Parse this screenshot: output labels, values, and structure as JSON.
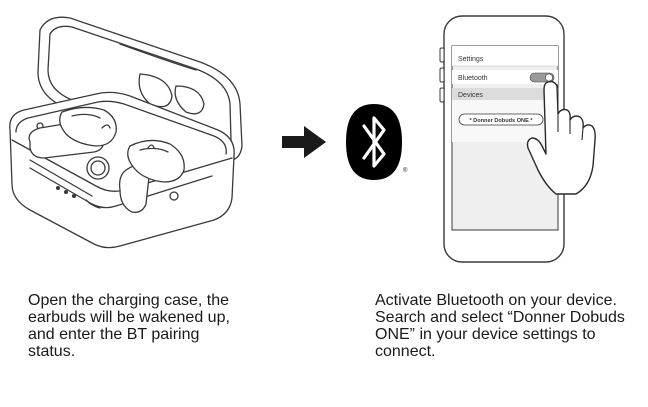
{
  "step1": {
    "caption_lines": [
      "Open the charging case, the",
      "earbuds will be wakened up,",
      "and enter the BT pairing",
      "status."
    ]
  },
  "step2": {
    "caption_lines": [
      "Activate Bluetooth on your device.",
      "Search and select “Donner Dobuds",
      "ONE” in your device settings to",
      "connect."
    ]
  },
  "phone": {
    "settings_label": "Settings",
    "bluetooth_label": "Bluetooth",
    "devices_label": "Devices",
    "device_name": "* Donner Dobuds ONE *",
    "bluetooth_on": true
  },
  "icons": {
    "arrow": "right-arrow-icon",
    "bluetooth": "bluetooth-icon",
    "registered": "®"
  },
  "colors": {
    "line": "#3a3a3a",
    "screen": "#efefef",
    "highlight": "#dcdcdc",
    "bluetooth_bg": "#000000"
  }
}
